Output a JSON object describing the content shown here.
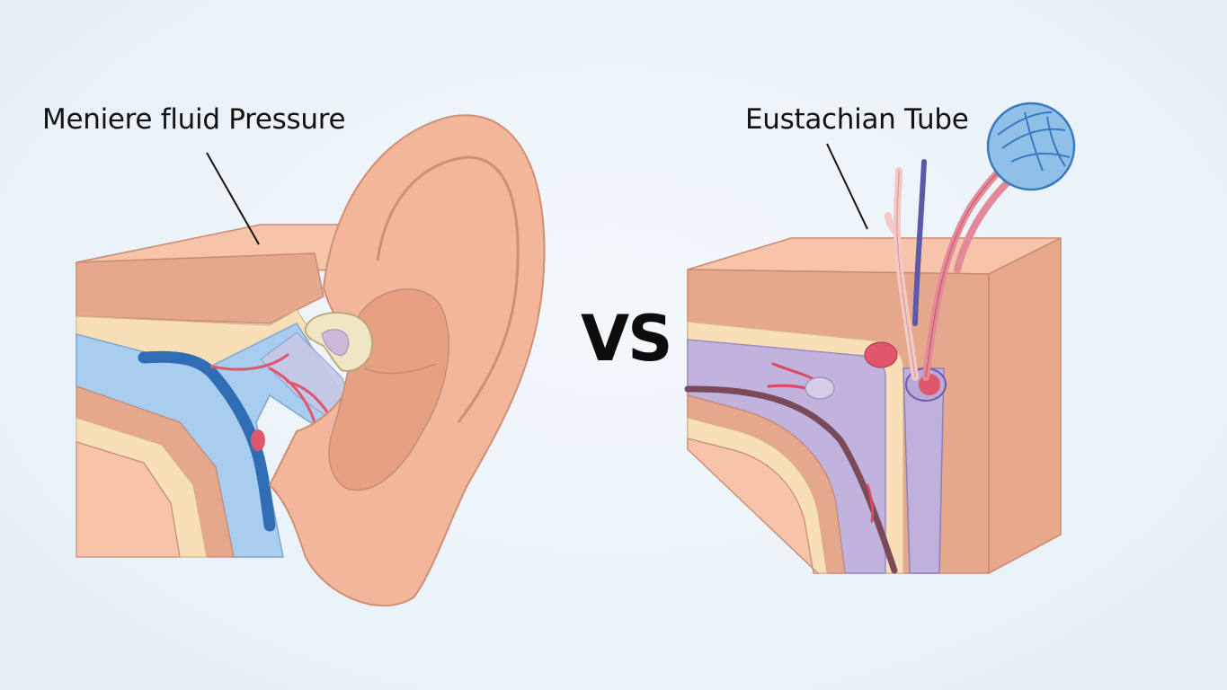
{
  "diagram": {
    "left_panel": {
      "label": "Meniere fluid Pressure"
    },
    "separator": "VS",
    "right_panel": {
      "label": "Eustachian Tube"
    }
  },
  "colors": {
    "background": "#edf4fa",
    "skin": "#f2b69a",
    "skin_dark": "#dd9a7f",
    "fat_layer": "#f8dcb4",
    "fluid_blue": "#8fc0e8",
    "vessel_blue": "#2f6db5",
    "vessel_red": "#e0566a",
    "tube_purple": "#bfb0dc",
    "bone": "#f1e6c4"
  }
}
